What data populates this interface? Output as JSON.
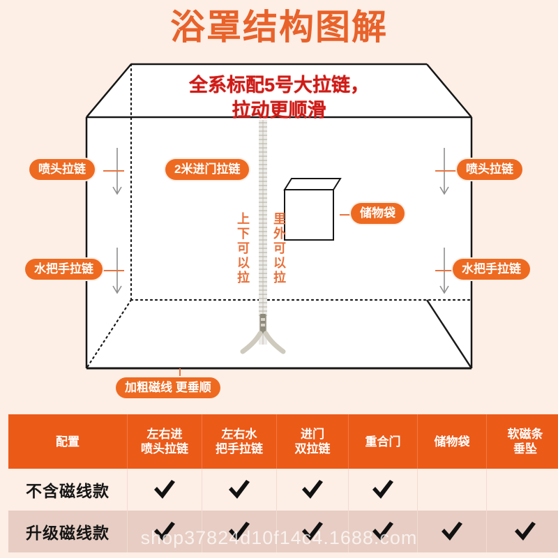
{
  "title": "浴罩结构图解",
  "diagram": {
    "headline_line1": "全系标配5号大拉链，",
    "headline_line2": "拉动更顺滑",
    "labels": {
      "left_top": "喷头拉链",
      "left_bottom": "水把手拉链",
      "right_top": "喷头拉链",
      "right_bottom": "水把手拉链",
      "door_zipper": "2米进门拉链",
      "storage_bag": "储物袋",
      "bottom": "加粗磁线 更垂顺"
    },
    "vertical_labels": {
      "left": "上下可以拉",
      "right": "里外可以拉"
    }
  },
  "table": {
    "headers": [
      "配置",
      "左右进\n喷头拉链",
      "左右水\n把手拉链",
      "进门\n双拉链",
      "重合门",
      "储物袋",
      "软磁条\n垂坠"
    ],
    "headers_flat": {
      "c0": "配置",
      "c1_l1": "左右进",
      "c1_l2": "喷头拉链",
      "c2_l1": "左右水",
      "c2_l2": "把手拉链",
      "c3_l1": "进门",
      "c3_l2": "双拉链",
      "c4": "重合门",
      "c5": "储物袋",
      "c6_l1": "软磁条",
      "c6_l2": "垂坠"
    },
    "rows": [
      {
        "label": "不含磁线款",
        "values": [
          true,
          true,
          true,
          true,
          false,
          false
        ]
      },
      {
        "label": "升级磁线款",
        "values": [
          true,
          true,
          true,
          true,
          true,
          true
        ]
      }
    ]
  },
  "watermark": "shop37824d10f14c4.1688.com",
  "colors": {
    "background": "#fdeee6",
    "accent_orange": "#ec5a18",
    "title_orange": "#e8622a",
    "pill_orange": "#ee6a21",
    "red_text": "#cf1b16",
    "row_alt": "#e7cdc3"
  }
}
